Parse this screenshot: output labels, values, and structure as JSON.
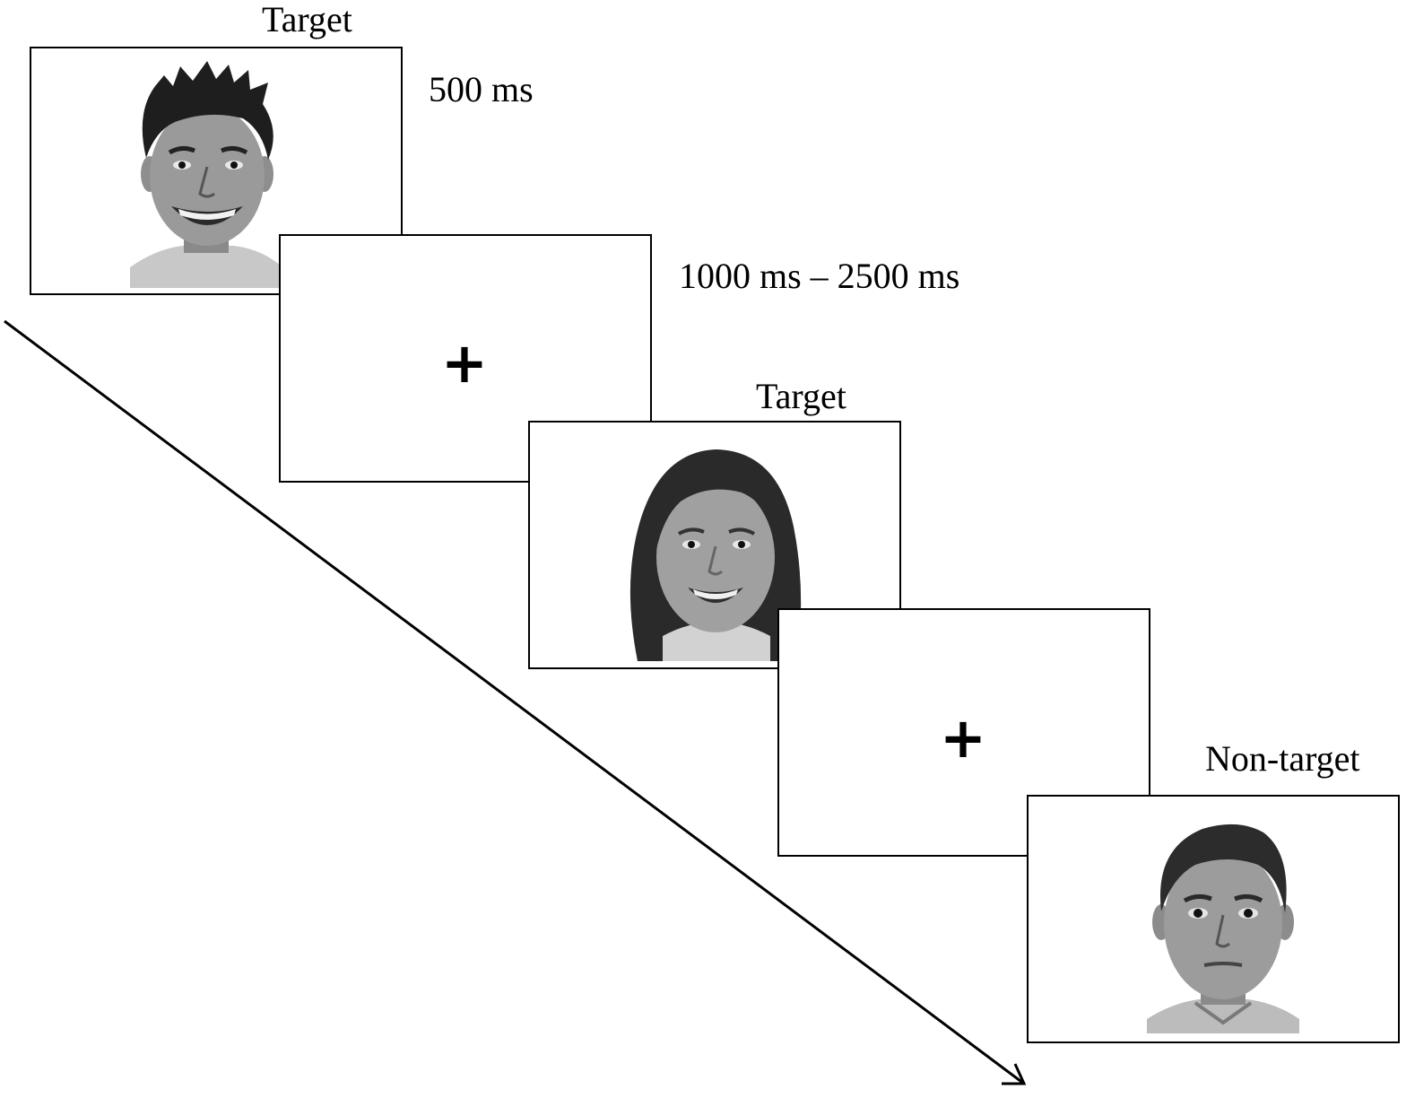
{
  "trial": {
    "frames": [
      {
        "id": "face-1",
        "kind": "face",
        "label": "Target",
        "duration": "500 ms",
        "face": "smiling-man-icon"
      },
      {
        "id": "fixation-1",
        "kind": "fixation",
        "symbol": "+",
        "duration": "1000 ms – 2500 ms"
      },
      {
        "id": "face-2",
        "kind": "face",
        "label": "Target",
        "face": "smiling-woman-icon"
      },
      {
        "id": "fixation-2",
        "kind": "fixation",
        "symbol": "+"
      },
      {
        "id": "face-3",
        "kind": "face",
        "label": "Non-target",
        "face": "neutral-man-icon"
      }
    ]
  },
  "colors": {
    "line": "#000000",
    "background": "#ffffff"
  }
}
